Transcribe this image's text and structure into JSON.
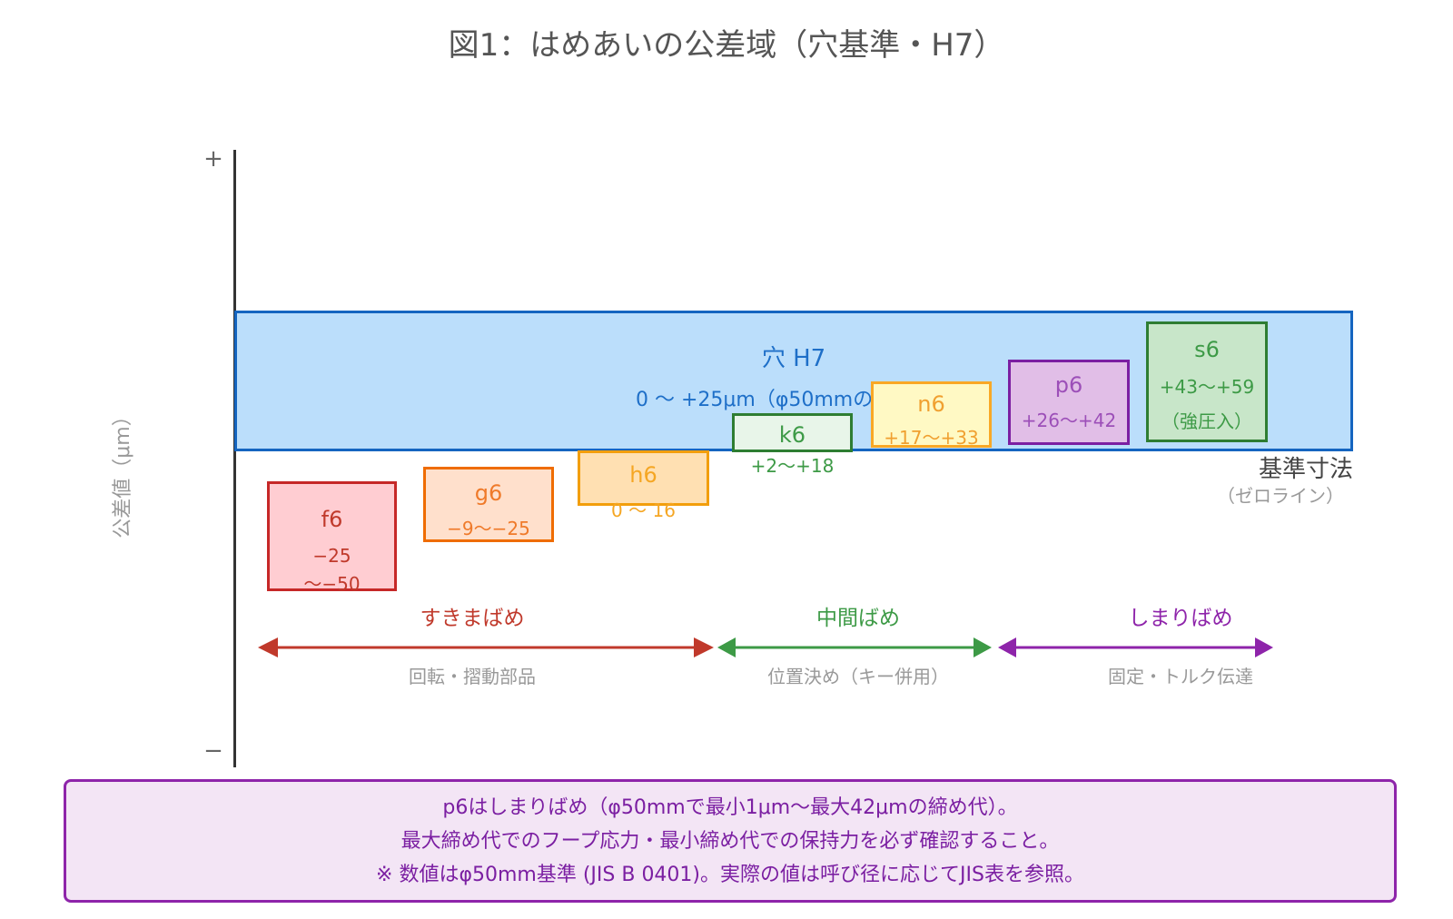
{
  "title": "図1：はめあいの公差域（穴基準・H7）",
  "axis": {
    "plus": "+",
    "minus": "−",
    "label": "公差値（μm）"
  },
  "hole": {
    "name": "穴 H7",
    "range": "0 〜 +25μm（φ50mmの",
    "color": "#1565c0",
    "fill": "#bbdefb"
  },
  "zero_line": {
    "label": "基準寸法",
    "sub": "（ゼロライン）"
  },
  "shafts": [
    {
      "name": "f6",
      "range": "−25",
      "range2": "〜−50",
      "border": "#c62828",
      "fill": "#ffcdd2",
      "text": "#c0392b"
    },
    {
      "name": "g6",
      "range": "−9〜−25",
      "border": "#ef6c00",
      "fill": "#ffe0cc",
      "text": "#ef7a2a"
    },
    {
      "name": "h6",
      "range": "0 〜 16",
      "border": "#f29e0c",
      "fill": "#ffe0b2",
      "text": "#f5a623"
    },
    {
      "name": "k6",
      "range": "+2〜+18",
      "border": "#2e7d32",
      "fill": "#e8f5e9",
      "text": "#3d9a46"
    },
    {
      "name": "n6",
      "range": "+17〜+33",
      "border": "#f9a825",
      "fill": "#fff9c4",
      "text": "#f0a030"
    },
    {
      "name": "p6",
      "range": "+26〜+42",
      "border": "#7b1fa2",
      "fill": "#e1bee7",
      "text": "#9c4fb8"
    },
    {
      "name": "s6",
      "range": "+43〜+59",
      "range2": "（強圧入）",
      "border": "#2e7d32",
      "fill": "#c8e6c9",
      "text": "#3d9a46"
    }
  ],
  "categories": [
    {
      "label": "すきまばめ",
      "application": "回転・摺動部品",
      "color": "#c0392b"
    },
    {
      "label": "中間ばめ",
      "application": "位置決め（キー併用）",
      "color": "#3d9a46"
    },
    {
      "label": "しまりばめ",
      "application": "固定・トルク伝達",
      "color": "#8e24aa"
    }
  ],
  "note": {
    "line1": "p6はしまりばめ（φ50mmで最小1μm〜最大42μmの締め代）。",
    "line2": "最大締め代でのフープ応力・最小締め代での保持力を必ず確認すること。",
    "line3": "※ 数値はφ50mm基準 (JIS B 0401)。実際の値は呼び径に応じてJIS表を参照。",
    "color": "#8e24aa"
  }
}
